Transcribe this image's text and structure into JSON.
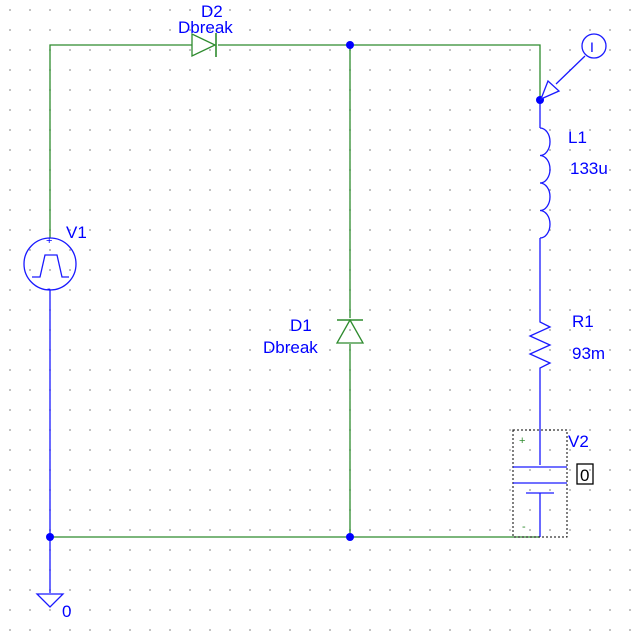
{
  "schematic": {
    "d2": {
      "ref": "D2",
      "model": "Dbreak"
    },
    "d1": {
      "ref": "D1",
      "model": "Dbreak"
    },
    "v1": {
      "ref": "V1"
    },
    "l1": {
      "ref": "L1",
      "value": "133u"
    },
    "r1": {
      "ref": "R1",
      "value": "93m"
    },
    "v2": {
      "ref": "V2",
      "value": "0",
      "plus": "+",
      "minus": "-"
    },
    "v1_plus": "+",
    "v1_minus": "-",
    "ground": {
      "label": "0"
    },
    "probe": {
      "label": "I"
    }
  },
  "colors": {
    "wire": "#2e8b2e",
    "label": "#0000ff",
    "grid": "#b4b4b4"
  }
}
